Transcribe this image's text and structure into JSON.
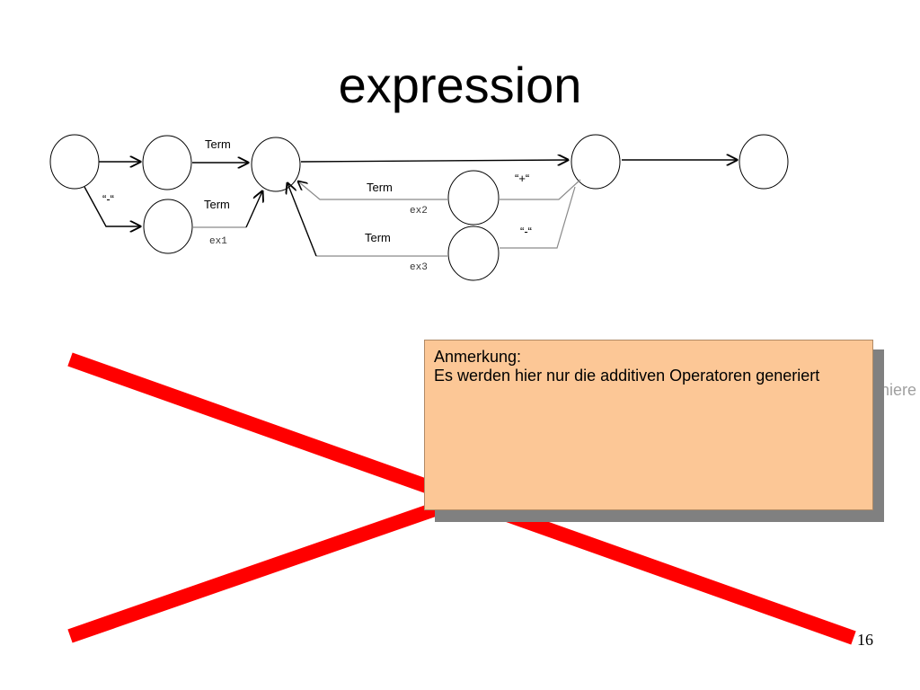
{
  "slide": {
    "title": "expression",
    "page_number": "16"
  },
  "diagram": {
    "labels": {
      "term_top": "Term",
      "term_mid": "Term",
      "term_ex2": "Term",
      "term_ex3": "Term",
      "minus_left": "“-“",
      "plus": "“+“",
      "minus_right": "“-“",
      "ex1": "ex1",
      "ex2": "ex2",
      "ex3": "ex3"
    }
  },
  "note": {
    "heading": "Anmerkung:",
    "body": "Es werden hier nur die additiven Operatoren generiert",
    "ghost_text": "niere"
  },
  "colors": {
    "note_fill": "#fcc796",
    "note_shadow": "#808080",
    "cross": "#ff0000"
  }
}
